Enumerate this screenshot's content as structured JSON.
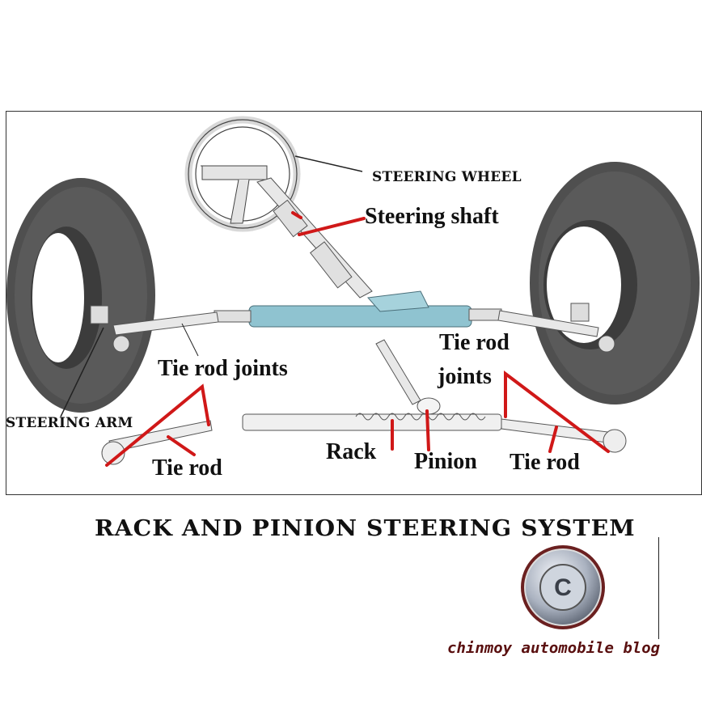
{
  "labels": {
    "steering_wheel": "STEERING WHEEL",
    "steering_shaft": "Steering shaft",
    "tie_rod_joints_left": "Tie rod joints",
    "tie_rod_joints_right_1": "Tie rod",
    "tie_rod_joints_right_2": "joints",
    "steering_arm": "STEERING ARM",
    "tie_rod_left": "Tie rod",
    "rack": "Rack",
    "pinion": "Pinion",
    "tie_rod_right": "Tie rod"
  },
  "caption": "RACK AND PINION STEERING SYSTEM",
  "blog_name": "chinmoy automobile blog",
  "colors": {
    "leader_red": "#d01818",
    "tire": "#4a4a4a",
    "rack_housing": "#8fc3d0",
    "blog_text": "#5a1010"
  }
}
